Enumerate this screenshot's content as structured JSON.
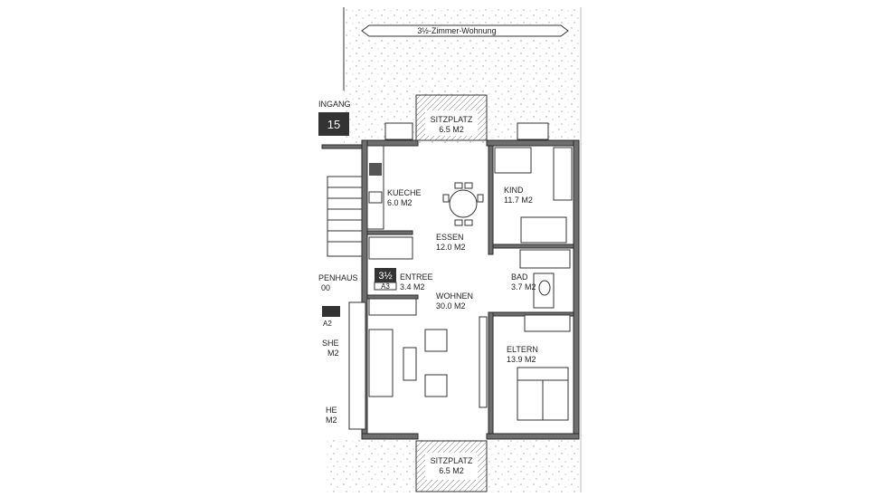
{
  "plan": {
    "banner": "3½-Zimmer-Wohnung",
    "entrance": {
      "label": "INGANG",
      "number": "15"
    },
    "apartment": {
      "rooms": "3½",
      "unit": "A3"
    },
    "neighbor": {
      "stair": "PENHAUS",
      "stair_sub": "00",
      "unit_badge": "A2",
      "frag1": "SHE",
      "frag2": "M2",
      "frag3": "HE",
      "frag4": "M2"
    },
    "rooms": [
      {
        "name": "SITZPLATZ",
        "area": "6.5  M2"
      },
      {
        "name": "KUECHE",
        "area": "6.0  M2"
      },
      {
        "name": "ESSEN",
        "area": "12.0  M2"
      },
      {
        "name": "KIND",
        "area": "11.7  M2"
      },
      {
        "name": "ENTREE",
        "area": "3.4  M2"
      },
      {
        "name": "BAD",
        "area": "3.7  M2"
      },
      {
        "name": "WOHNEN",
        "area": "30.0  M2"
      },
      {
        "name": "ELTERN",
        "area": "13.9  M2"
      },
      {
        "name": "SITZPLATZ",
        "area": "6.5  M2"
      }
    ]
  }
}
